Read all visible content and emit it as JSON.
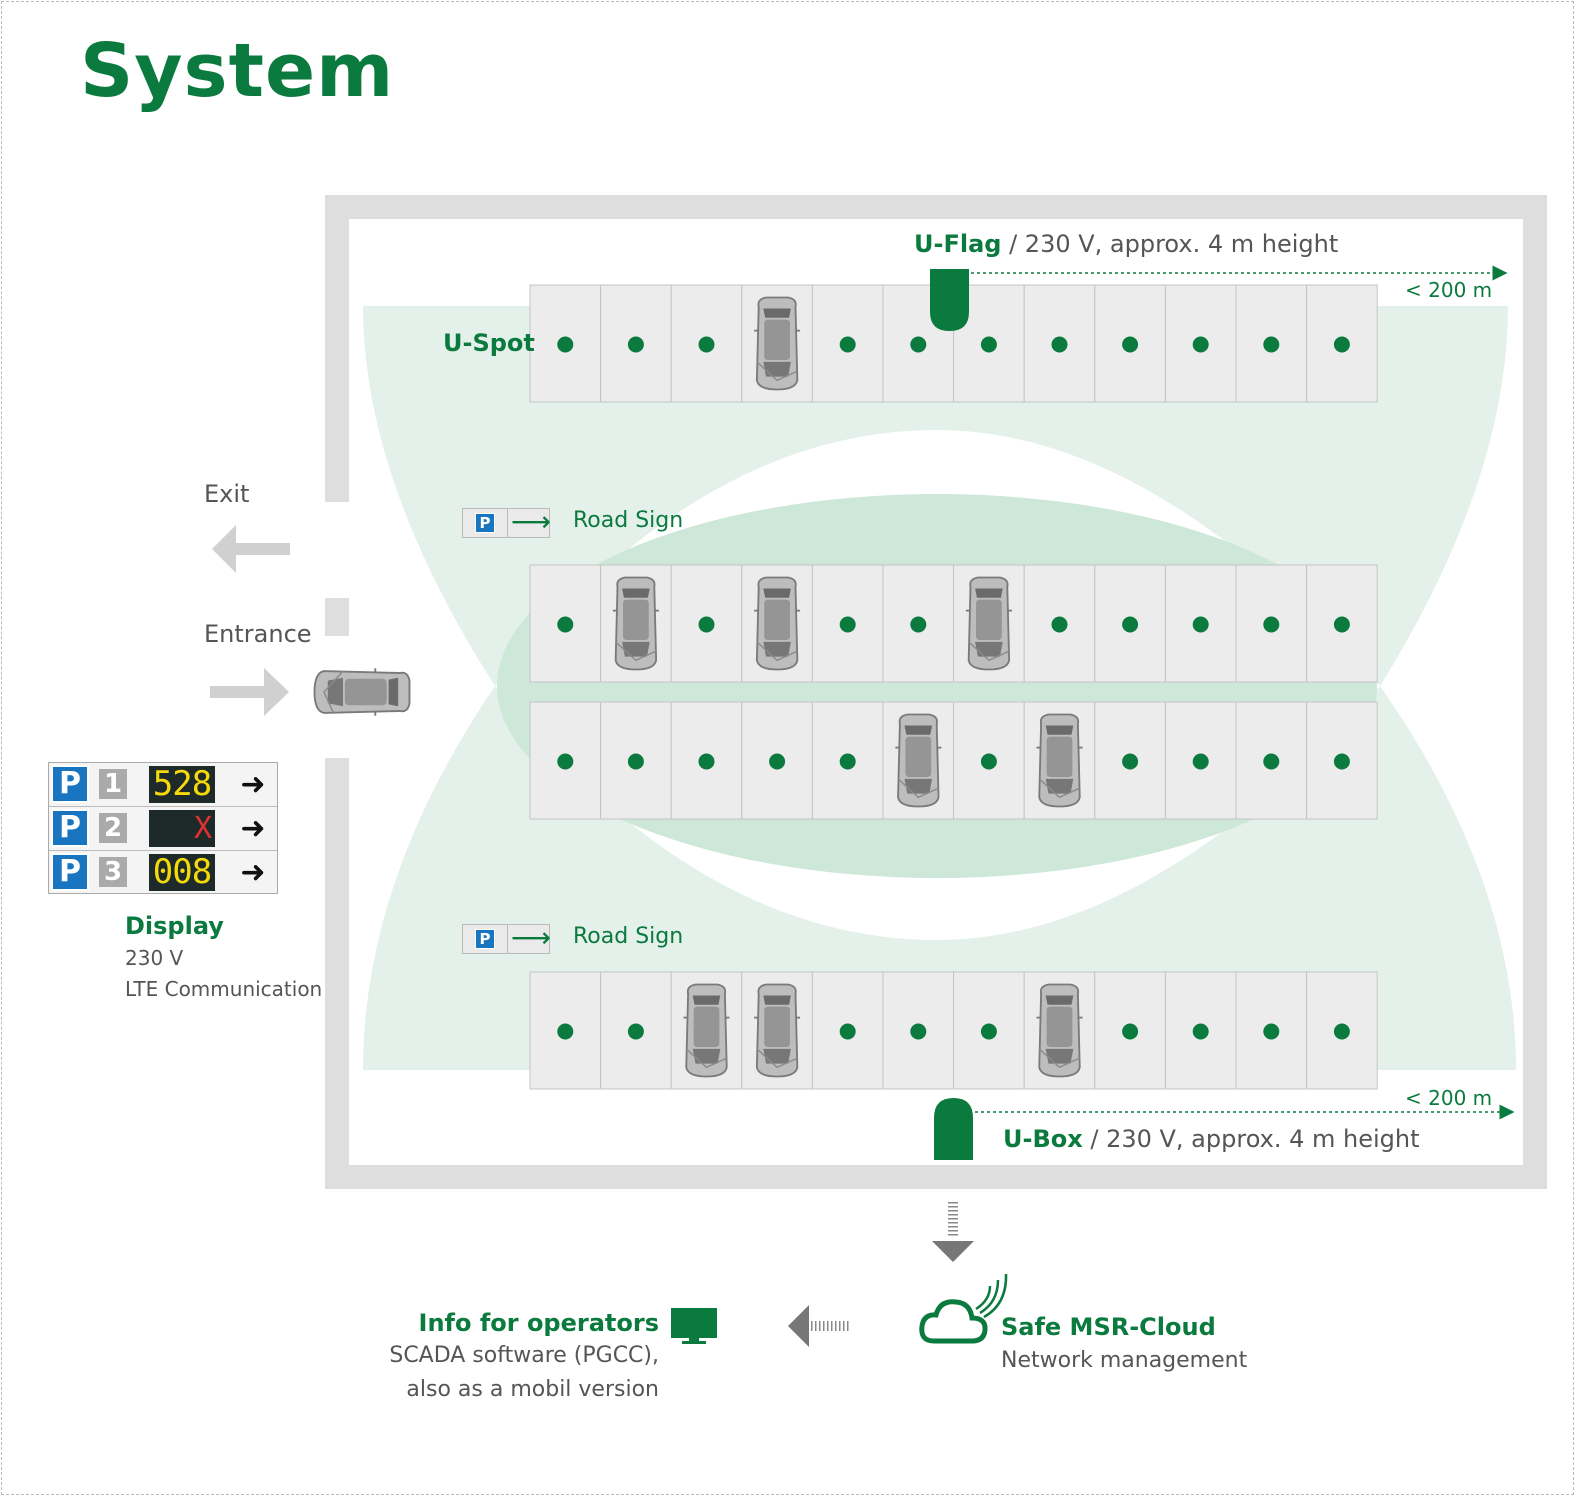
{
  "title": "System",
  "colors": {
    "brand_green": "#0b7a3e",
    "coverage_light": "#e4f1ea",
    "coverage_dark": "#cde7d8",
    "wall_gray": "#dedede",
    "spot_fill": "#ececec",
    "sign_blue": "#1a75c1",
    "led_yellow": "#f5d90a",
    "led_red": "#e03030"
  },
  "u_flag": {
    "name": "U-Flag",
    "spec": " / 230 V,  approx. 4 m height",
    "range": "< 200 m"
  },
  "u_spot": {
    "name": "U-Spot"
  },
  "u_box": {
    "name": "U-Box",
    "spec": " / 230 V, approx. 4 m height",
    "range": "< 200 m"
  },
  "exit_label": "Exit",
  "entrance_label": "Entrance",
  "road_sign_label": "Road Sign",
  "road_sign_p": "P",
  "display": {
    "name": "Display",
    "line1": "230 V",
    "line2": "LTE Communication",
    "rows": [
      {
        "p": "P",
        "level": "1",
        "value": "528",
        "state": "count"
      },
      {
        "p": "P",
        "level": "2",
        "value": "X",
        "state": "full"
      },
      {
        "p": "P",
        "level": "3",
        "value": "008",
        "state": "count"
      }
    ]
  },
  "cloud": {
    "name": "Safe MSR-Cloud",
    "desc": "Network management",
    "icon": "cloud-signal-icon"
  },
  "operators": {
    "name": "Info for operators",
    "line1": "SCADA software (PGCC),",
    "line2": "also as a mobil version",
    "icon": "monitor-icon"
  },
  "parking_rows": [
    [
      0,
      0,
      0,
      1,
      0,
      0,
      0,
      0,
      0,
      0,
      0,
      0
    ],
    [
      0,
      1,
      0,
      1,
      0,
      0,
      1,
      0,
      0,
      0,
      0,
      0
    ],
    [
      0,
      0,
      0,
      0,
      0,
      1,
      0,
      1,
      0,
      0,
      0,
      0
    ],
    [
      0,
      0,
      1,
      1,
      0,
      0,
      0,
      1,
      0,
      0,
      0,
      0
    ]
  ]
}
